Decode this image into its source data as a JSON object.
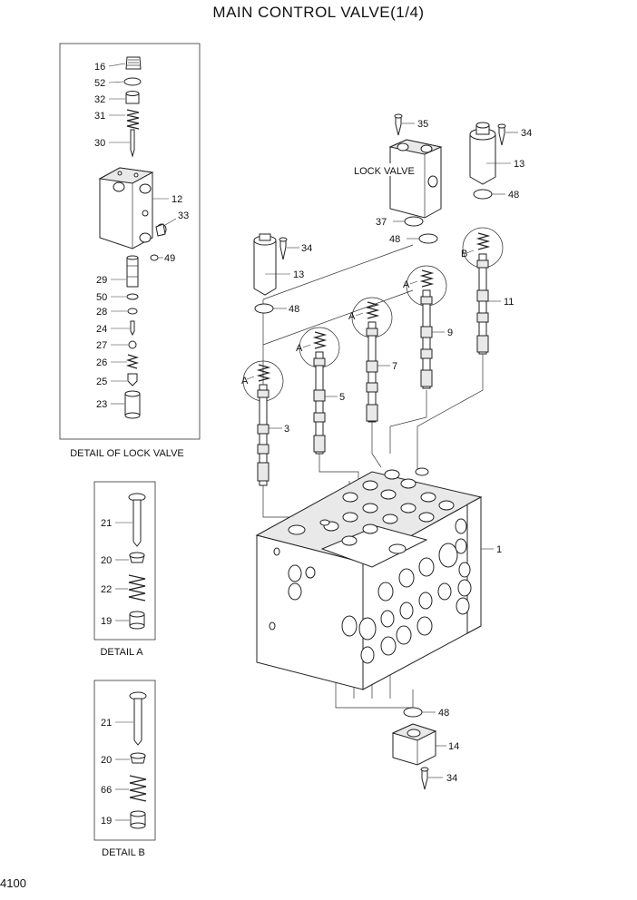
{
  "title": "MAIN CONTROL VALVE(1/4)",
  "page_number": "4100",
  "captions": {
    "lock_valve_detail": "DETAIL OF LOCK VALVE",
    "detail_a": "DETAIL A",
    "detail_b": "DETAIL B",
    "lock_valve": "LOCK VALVE"
  },
  "callouts": {
    "p16": "16",
    "p52": "52",
    "p32": "32",
    "p31": "31",
    "p30": "30",
    "p12": "12",
    "p33": "33",
    "p49": "49",
    "p29": "29",
    "p50": "50",
    "p28": "28",
    "p24": "24",
    "p27": "27",
    "p26": "26",
    "p25": "25",
    "p23": "23",
    "a21": "21",
    "a20": "20",
    "a22": "22",
    "a19": "19",
    "b21": "21",
    "b20": "20",
    "b66": "66",
    "b19": "19",
    "m35": "35",
    "m34a": "34",
    "m13a": "13",
    "m48a": "48",
    "m37": "37",
    "m48b": "48",
    "m34b": "34",
    "m13b": "13",
    "m48c": "48",
    "m11": "11",
    "m9": "9",
    "m7": "7",
    "m5": "5",
    "m3": "3",
    "m1": "1",
    "m48d": "48",
    "m14": "14",
    "m34c": "34",
    "detA1": "A",
    "detA2": "A",
    "detA3": "A",
    "detA4": "A",
    "detB": "B"
  }
}
